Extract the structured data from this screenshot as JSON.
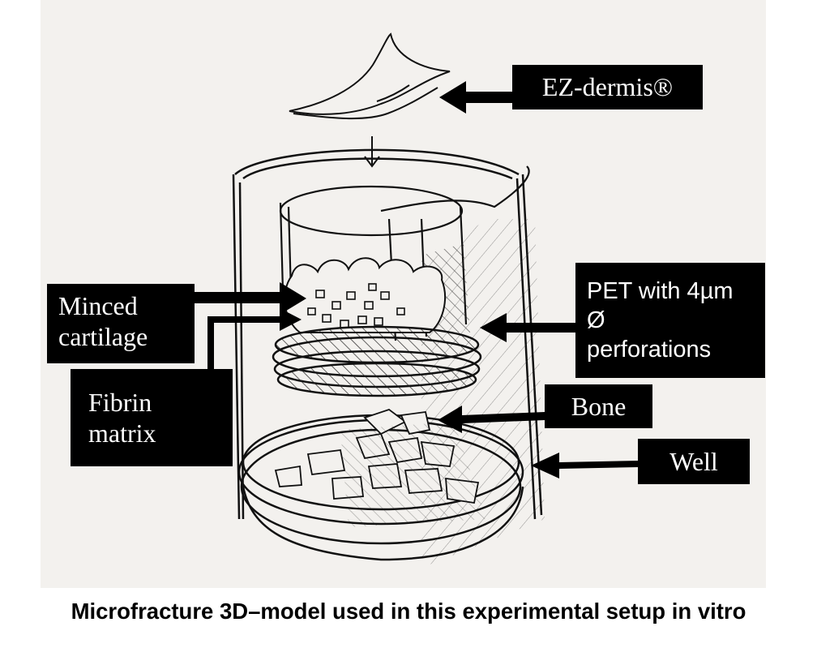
{
  "labels": {
    "ez_dermis": "EZ-dermis®",
    "minced_cartilage": "Minced\ncartilage",
    "fibrin_matrix": "Fibrin\nmatrix",
    "pet_perforations": "PET with 4µm\nØ\nperforations",
    "bone": "Bone",
    "well": "Well"
  },
  "caption": "Microfracture 3D–model used in this experimental setup in vitro"
}
